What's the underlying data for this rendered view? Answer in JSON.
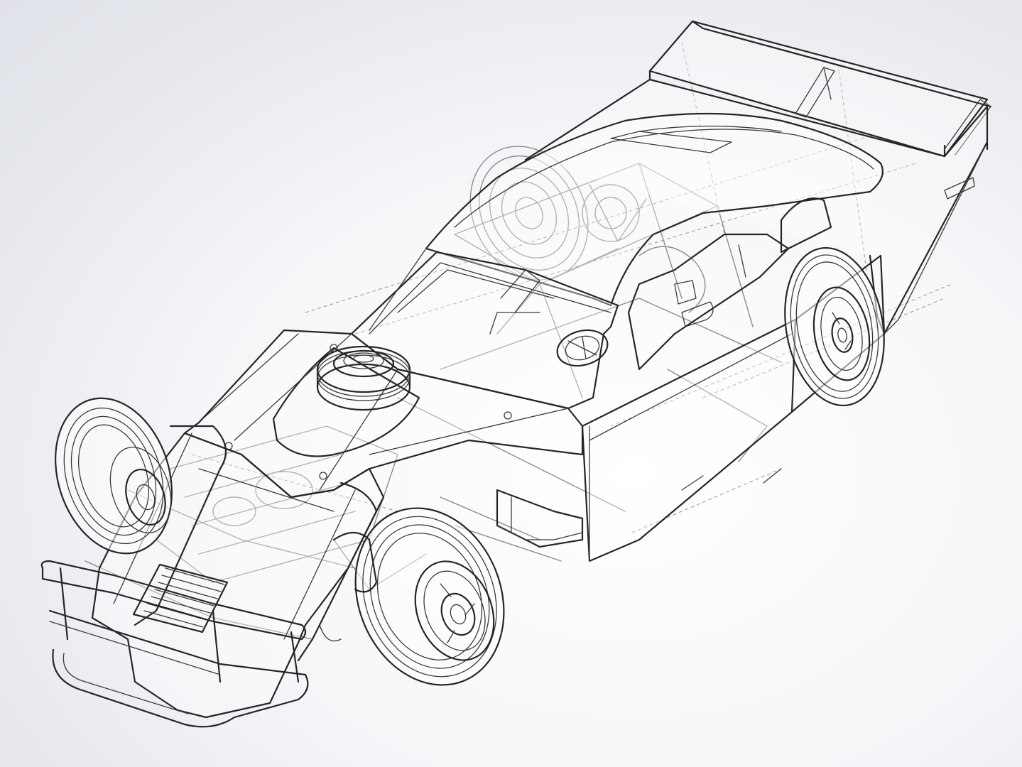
{
  "viewport": {
    "background_top": "#dfe2e8",
    "background_center": "#ffffff",
    "line_color": "#262626",
    "hidden_line_color": "#8c8c8c"
  },
  "model": {
    "view": "isometric",
    "display_mode": "hidden-lines-visible",
    "components": [
      "rear-spoiler",
      "rear-tire-left",
      "rear-tire-right",
      "front-tire-left",
      "front-tire-right",
      "roof",
      "windshield",
      "side-window",
      "hood",
      "air-cleaner",
      "front-grille",
      "front-bumper",
      "roll-cage",
      "steering-wheel",
      "side-panel",
      "nose"
    ]
  }
}
